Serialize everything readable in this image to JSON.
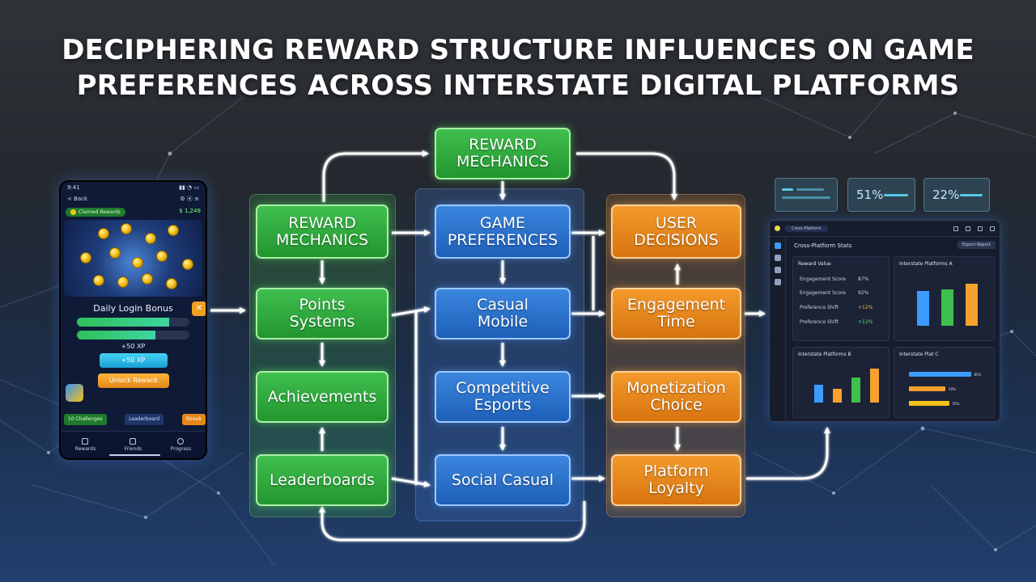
{
  "title": "DECIPHERING REWARD STRUCTURE INFLUENCES ON GAME PREFERENCES ACROSS INTERSTATE DIGITAL PLATFORMS",
  "phone": {
    "time": "9:41",
    "back_label": "< Back",
    "coin_chip": "Claimed Rewards",
    "coin_amount": "$ 1,249",
    "daily_label": "Daily Login Bonus",
    "progress_1": 0.82,
    "progress_2": 0.7,
    "xp_text": "+50 XP",
    "xp_button": "+50 XP",
    "unlock_button": "Unlock Reward",
    "chips": [
      "10 Challenges",
      "Leaderboard",
      "Streak"
    ],
    "tabs": [
      "Rewards",
      "Friends",
      "Progress"
    ]
  },
  "flow": {
    "top": "REWARD\nMECHANICS",
    "green": [
      "REWARD\nMECHANICS",
      "Points\nSystems",
      "Achievements",
      "Leaderboards"
    ],
    "blue": [
      "GAME\nPREFERENCES",
      "Casual\nMobile",
      "Competitive\nEsports",
      "Social Casual"
    ],
    "orange": [
      "USER\nDECISIONS",
      "Engagement\nTime",
      "Monetization\nChoice",
      "Platform\nLoyalty"
    ]
  },
  "stat_cards": [
    "",
    "51%",
    "22%"
  ],
  "dashboard": {
    "tab": "Cross-Platform",
    "header": "Cross-Platform Stats",
    "header_button": "Export Report",
    "panel_reward": {
      "title": "Reward Value",
      "metrics": [
        {
          "label": "Engagement Score",
          "value": "87%"
        },
        {
          "label": "Engagement Score",
          "value": "92%"
        },
        {
          "label": "Preference Shift",
          "value": "+12%"
        },
        {
          "label": "Preference Shift",
          "value": "+12%"
        }
      ]
    },
    "panel_a": {
      "title": "Interstate Platforms A",
      "bars": [
        {
          "value": 62,
          "color": "#3d9bff"
        },
        {
          "value": 65,
          "color": "#3fbf4e"
        },
        {
          "value": 75,
          "color": "#f5a22e"
        }
      ]
    },
    "panel_b": {
      "title": "Interstate Platforms B",
      "bars": [
        {
          "value": 40,
          "color": "#3d9bff"
        },
        {
          "value": 30,
          "color": "#f5a22e"
        },
        {
          "value": 55,
          "color": "#3fbf4e"
        },
        {
          "value": 75,
          "color": "#f5a22e"
        }
      ]
    },
    "panel_c": {
      "title": "Interstate Plat C",
      "bars": [
        {
          "value": 0.85,
          "color": "#3d9bff",
          "label": "85%"
        },
        {
          "value": 0.5,
          "color": "#f5a22e",
          "label": "50%"
        },
        {
          "value": 0.55,
          "color": "#f5c21a",
          "label": "55%"
        }
      ]
    }
  }
}
